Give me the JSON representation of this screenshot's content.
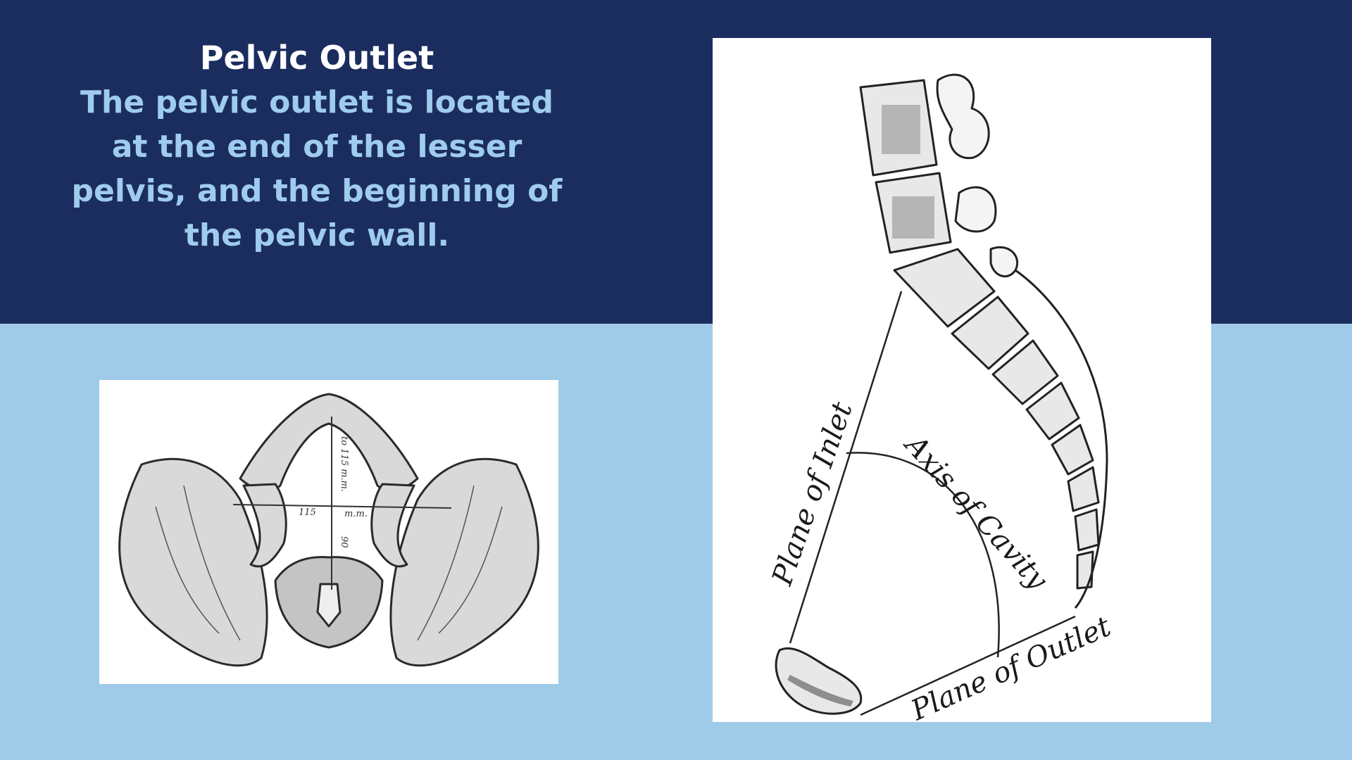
{
  "slide": {
    "title": "Pelvic Outlet",
    "body": "The pelvic outlet is located at the end of the lesser pelvis, and the beginning of the pelvic wall."
  },
  "figure_left": {
    "labels": {
      "transverse": "115",
      "transverse_unit": "m.m.",
      "ap_low": "90",
      "ap_high": "to 115 m.m."
    }
  },
  "figure_right": {
    "labels": {
      "inlet": "Plane of Inlet",
      "cavity": "Axis of Cavity",
      "outlet": "Plane of Outlet"
    }
  },
  "colors": {
    "top_band": "#1b2d5e",
    "bottom_band": "#a0cbe8",
    "title_text": "#ffffff",
    "body_text": "#9fccee"
  }
}
